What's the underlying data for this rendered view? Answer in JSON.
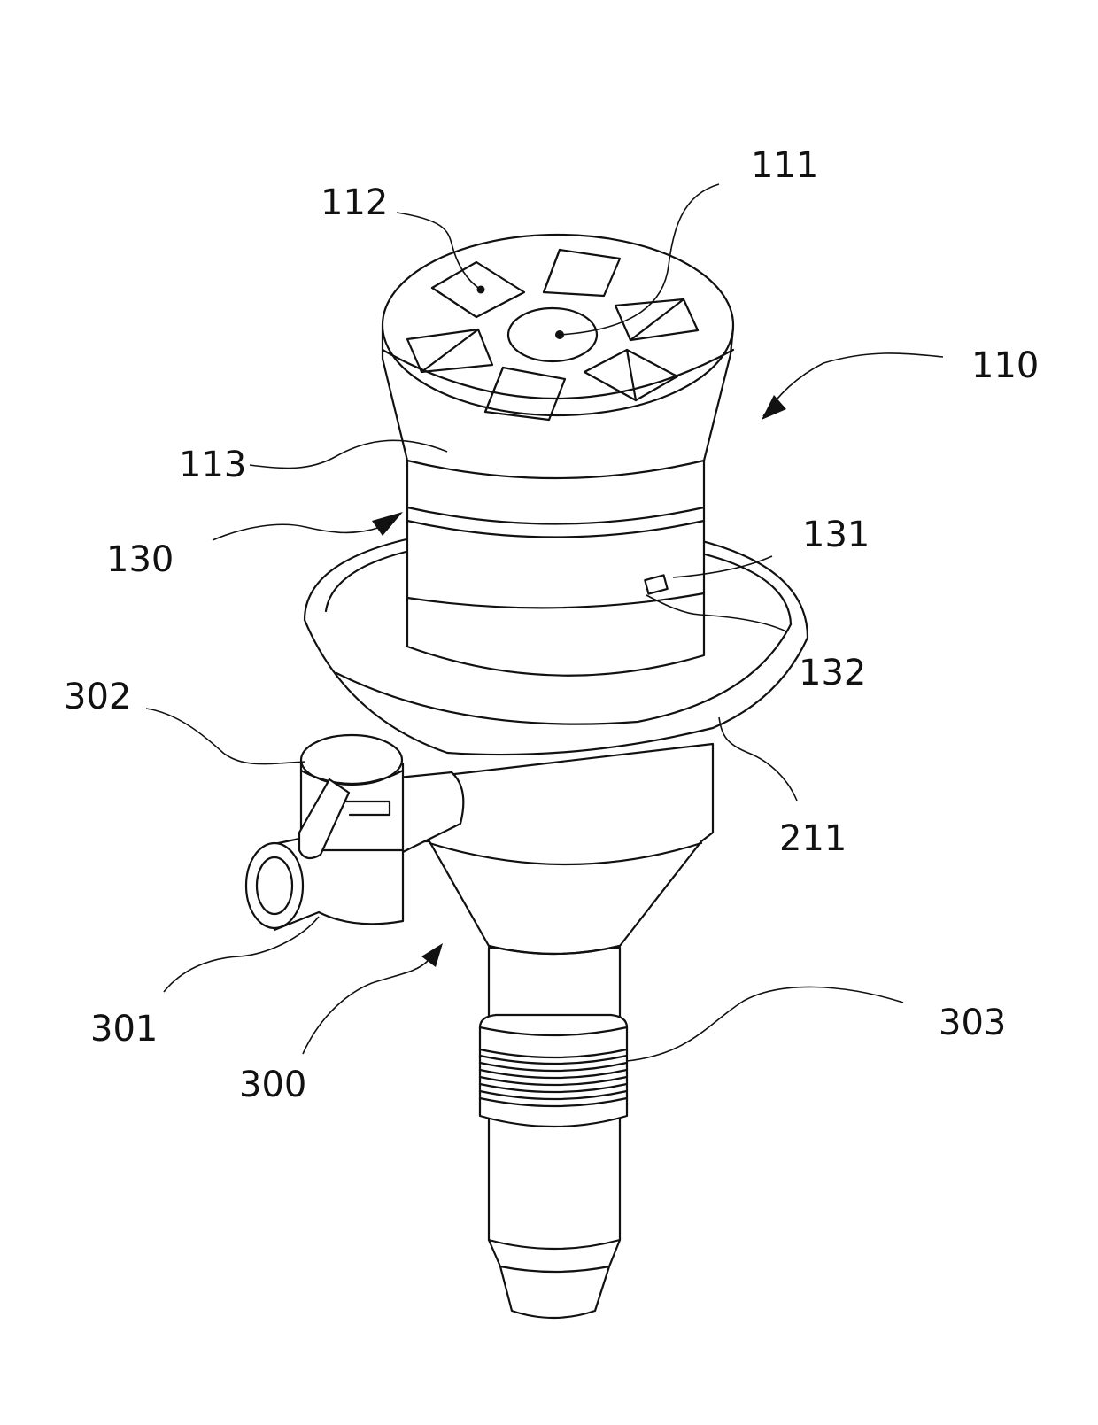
{
  "labels": {
    "l111": "111",
    "l112": "112",
    "l110": "110",
    "l113": "113",
    "l130": "130",
    "l131": "131",
    "l132": "132",
    "l302": "302",
    "l211": "211",
    "l301": "301",
    "l300": "300",
    "l303": "303"
  },
  "colors": {
    "line": "#111111",
    "background": "#ffffff"
  }
}
